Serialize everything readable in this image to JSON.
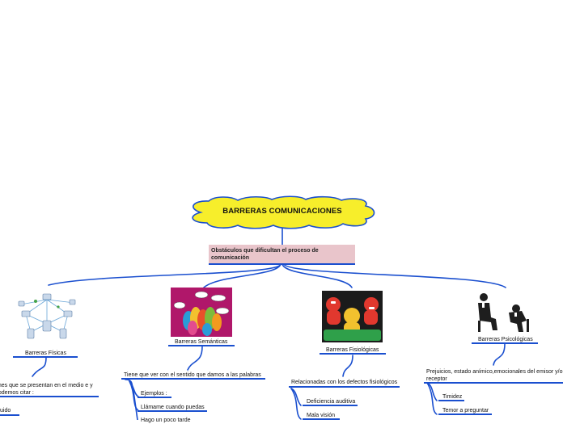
{
  "title": "BARRERAS COMUNICACIONES",
  "subtitle": "Obstáculos que dificultan el proceso de comunicación",
  "colors": {
    "cloud_fill": "#f7ee2b",
    "cloud_stroke": "#1a4fcf",
    "subtitle_fill": "#e9c5cb",
    "connector": "#1a4fcf"
  },
  "branches": {
    "fisicas": {
      "label": "Barreras Físicas",
      "image": "network-devices-icon",
      "description": "ones que se presentan en el medio e y podemos citar :",
      "items": [
        "uido"
      ]
    },
    "semanticas": {
      "label": "Barreras Semánticas",
      "image": "speech-heads-icon",
      "description": "Tiene que ver con el sentido que damos a las palabras",
      "items": [
        "Ejemplos :",
        "Llámame cuando puedas",
        "Hago un poco tarde"
      ]
    },
    "fisiologicas": {
      "label": "Barreras Fisiológicas",
      "image": "three-monkeys-icon",
      "description": "Relacionadas con los defectos fisiológicos",
      "items": [
        "Deficiencia auditiva",
        "Mala visión"
      ]
    },
    "psicologicas": {
      "label": "Barreras Psicológicas",
      "image": "two-men-talking-icon",
      "description": "Prejuicios, estado anímico,emocionales del emisor y/o receptor",
      "items": [
        "Timidez",
        "Temor a preguntar"
      ]
    }
  }
}
